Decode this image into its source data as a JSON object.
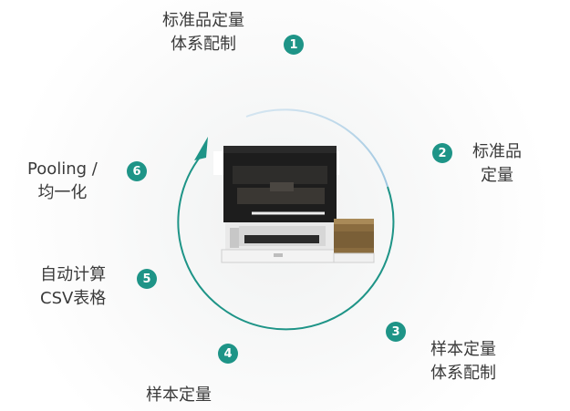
{
  "colors": {
    "accent": "#1e9487",
    "arc_light": "#b5d3e6",
    "text": "#3a3a3a"
  },
  "steps": [
    {
      "number": "1",
      "lines": [
        "标准品定量",
        "体系配制"
      ]
    },
    {
      "number": "2",
      "lines": [
        "标准品",
        "定量"
      ]
    },
    {
      "number": "3",
      "lines": [
        "样本定量",
        "体系配制"
      ]
    },
    {
      "number": "4",
      "lines": [
        "样本定量"
      ]
    },
    {
      "number": "5",
      "lines": [
        "自动计算",
        "CSV表格"
      ]
    },
    {
      "number": "6",
      "lines": [
        "Pooling /",
        "均一化"
      ]
    }
  ],
  "instrument": {
    "icon": "liquid-handling-workstation-icon"
  }
}
